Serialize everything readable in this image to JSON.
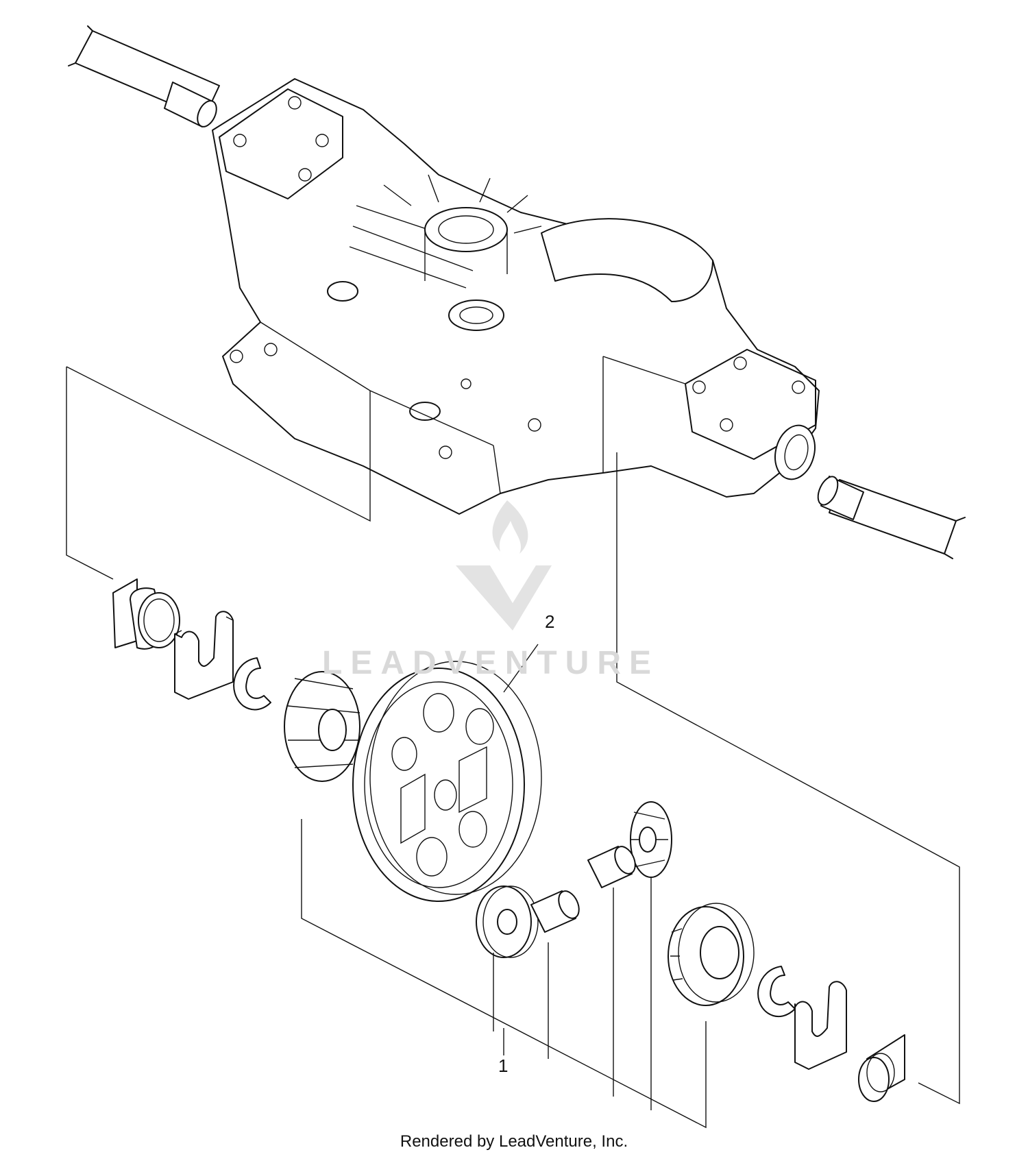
{
  "callouts": {
    "part_1": "1",
    "part_2": "2"
  },
  "watermark": {
    "text": "LEADVENTURE"
  },
  "footer": {
    "text": "Rendered by LeadVenture, Inc."
  },
  "colors": {
    "line": "#111111",
    "watermark": "#d9d9d9",
    "background": "#ffffff"
  }
}
